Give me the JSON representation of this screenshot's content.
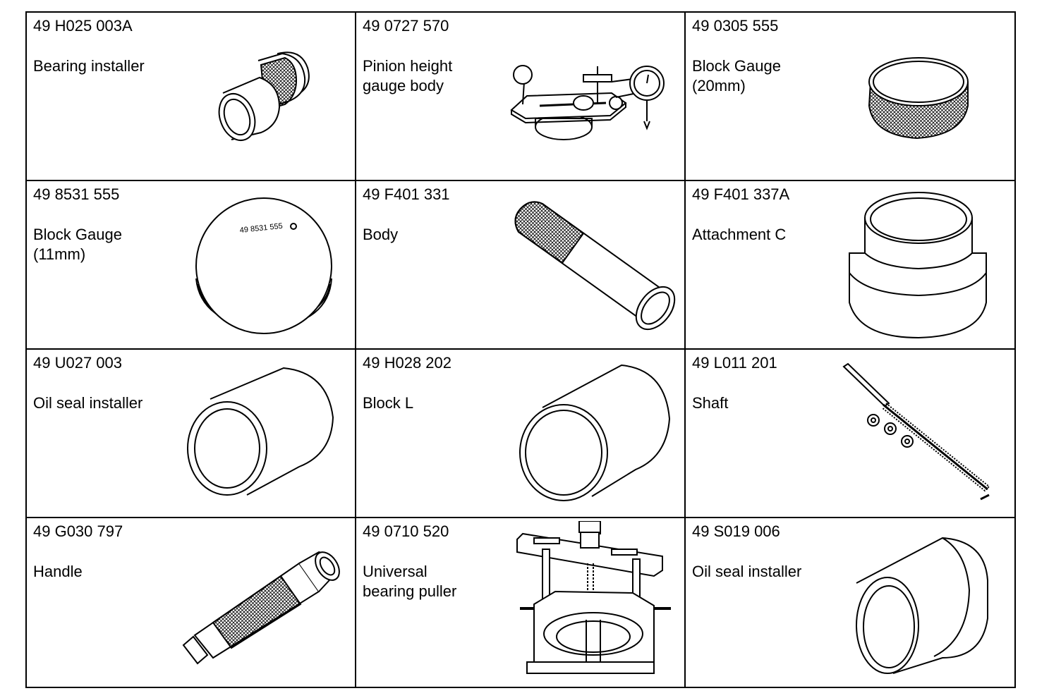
{
  "tools": [
    {
      "part_number": "49 H025 003A",
      "description": "Bearing installer",
      "icon": "bearing-installer-icon"
    },
    {
      "part_number": "49 0727 570",
      "description": "Pinion height\ngauge body",
      "icon": "pinion-height-gauge-body-icon"
    },
    {
      "part_number": "49 0305 555",
      "description": "Block Gauge\n(20mm)",
      "icon": "block-gauge-20mm-icon"
    },
    {
      "part_number": "49 8531 555",
      "description": "Block Gauge\n(11mm)",
      "icon": "block-gauge-11mm-icon",
      "engraving": "49 8531 555"
    },
    {
      "part_number": "49 F401 331",
      "description": "Body",
      "icon": "body-icon"
    },
    {
      "part_number": "49 F401 337A",
      "description": "Attachment C",
      "icon": "attachment-c-icon"
    },
    {
      "part_number": "49 U027 003",
      "description": "Oil seal installer",
      "icon": "oil-seal-installer-icon"
    },
    {
      "part_number": "49 H028 202",
      "description": "Block L",
      "icon": "block-l-icon"
    },
    {
      "part_number": "49 L011 201",
      "description": "Shaft",
      "icon": "shaft-icon"
    },
    {
      "part_number": "49 G030 797",
      "description": "Handle",
      "icon": "handle-icon"
    },
    {
      "part_number": "49 0710 520",
      "description": "Universal\nbearing puller",
      "icon": "universal-bearing-puller-icon"
    },
    {
      "part_number": "49 S019 006",
      "description": "Oil seal installer",
      "icon": "oil-seal-installer-large-icon"
    }
  ]
}
